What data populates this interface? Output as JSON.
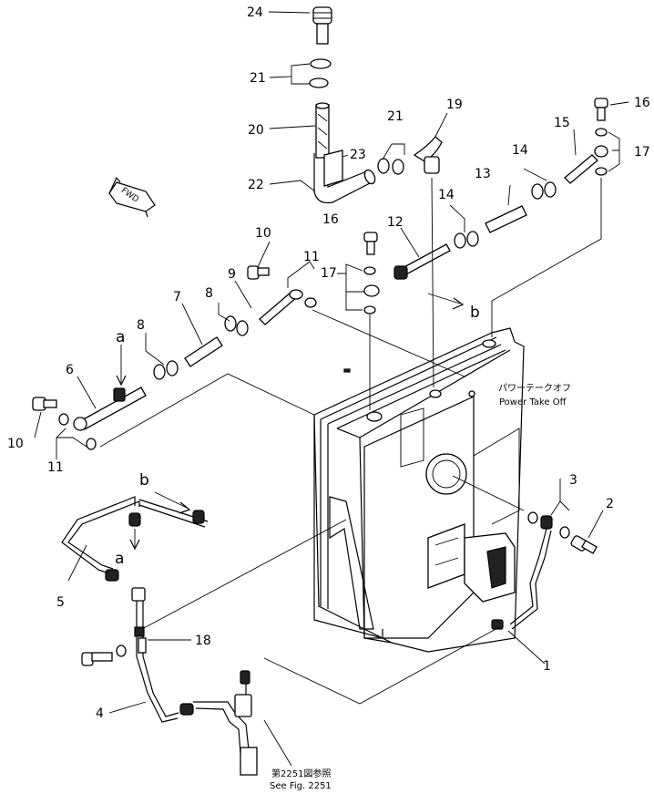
{
  "title": "",
  "direction_badge": {
    "label": "FWD"
  },
  "callouts": {
    "c24": "24",
    "c21a": "21",
    "c20": "20",
    "c23": "23",
    "c22": "22",
    "c21b": "21",
    "c19": "19",
    "c16a": "16",
    "c15": "15",
    "c17a": "17",
    "c14a": "14",
    "c13": "13",
    "c14b": "14",
    "c16b": "16",
    "c12": "12",
    "c10a": "10",
    "c11a": "11",
    "c9": "9",
    "c8a": "8",
    "c7": "7",
    "c8b": "8",
    "c17b": "17",
    "c6": "6",
    "c10b": "10",
    "c11b": "11",
    "c3": "3",
    "c2": "2",
    "c5": "5",
    "c18": "18",
    "c4": "4",
    "c1": "1"
  },
  "connection_labels": {
    "a_top": "a",
    "b_top": "b",
    "b_bottom": "b",
    "a_bottom": "a"
  },
  "annotations": {
    "pto_japanese": "パワーテークオフ",
    "pto_english": "Power Take Off",
    "see_fig_japanese": "第2251図参照",
    "see_fig_english": "See Fig. 2251"
  }
}
